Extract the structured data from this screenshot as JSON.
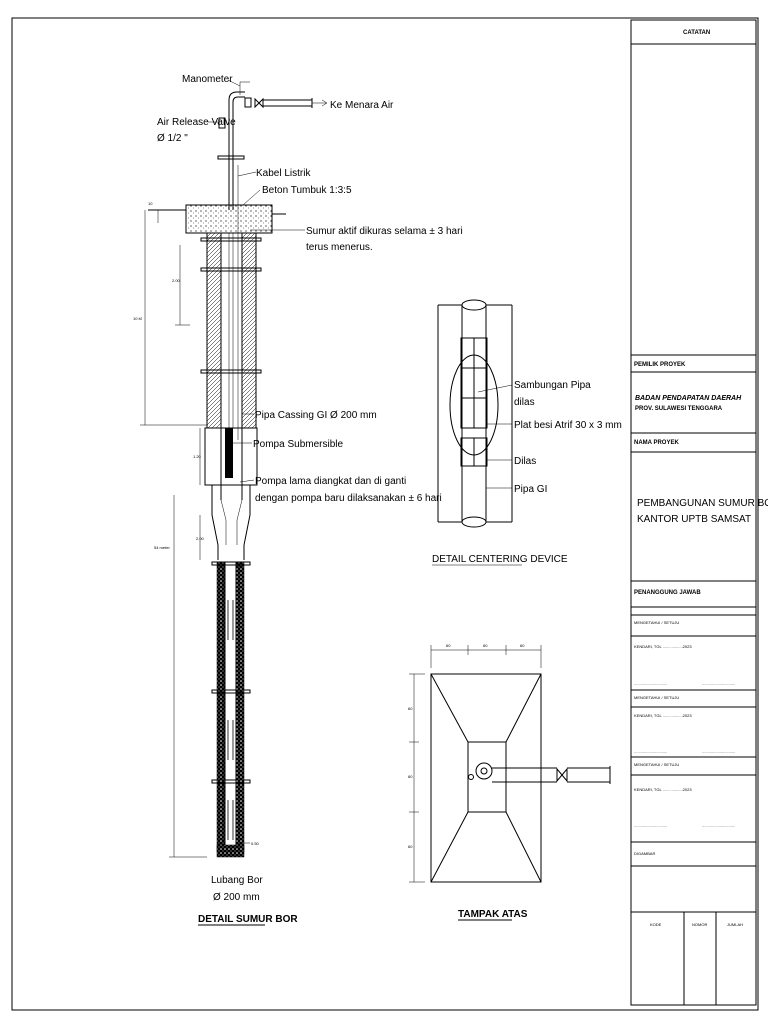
{
  "sumur": {
    "manometer": "Manometer",
    "ke_menara": "Ke Menara Air",
    "air_release": "Air Release Valve",
    "air_release_size": "Ø 1/2 \"",
    "kabel": "Kabel Listrik",
    "beton": "Beton Tumbuk 1:3:5",
    "sumur_aktif_1": "Sumur aktif dikuras selama ± 3 hari",
    "sumur_aktif_2": "terus menerus.",
    "casing": "Pipa Cassing GI Ø 200 mm",
    "pompa_sub": "Pompa Submersible",
    "pompa_lama_1": "Pompa lama diangkat dan di ganti",
    "pompa_lama_2": "dengan pompa baru dilaksanakan ± 6 hari",
    "lubang_1": "Lubang Bor",
    "lubang_2": "Ø 200 mm",
    "title": "DETAIL SUMUR BOR",
    "dim_top": "10",
    "dim_2": "2.00",
    "dim_total": "10 M",
    "dim_pump": "1.20",
    "dim_red": "2.00",
    "dim_deep": "54 meter",
    "tip_label": "0.50"
  },
  "centering": {
    "sambungan_1": "Sambungan Pipa",
    "sambungan_2": "dilas",
    "plat": "Plat besi Atrif 30 x 3 mm",
    "dilas": "Dilas",
    "pipa_gi": "Pipa GI",
    "title": "DETAIL CENTERING DEVICE"
  },
  "tampak": {
    "title": "TAMPAK ATAS",
    "dims_top": [
      "60",
      "60",
      "60"
    ],
    "dims_left": [
      "60",
      "60",
      "60"
    ]
  },
  "titleblock": {
    "catatan": "CATATAN",
    "pemilik_label": "PEMILIK PROYEK",
    "pemilik_1": "BADAN PENDAPATAN DAERAH",
    "pemilik_2": "PROV. SULAWESI TENGGARA",
    "nama_label": "NAMA PROYEK",
    "nama_1": "PEMBANGUNAN SUMUR BOR",
    "nama_2": "KANTOR UPTB SAMSAT",
    "penanggung": "PENANGGUNG JAWAB",
    "signers": [
      {
        "title": "MENGETAHUI / SETUJU",
        "date": "KENDARI, TGL ..................2023",
        "line_a": "..............................",
        "line_b": ".............................."
      },
      {
        "title": "MENGETAHUI / SETUJU",
        "date": "KENDARI, TGL ..................2023",
        "line_a": "..............................",
        "line_b": ".............................."
      },
      {
        "title": "MENGETAHUI / SETUJU",
        "date": "KENDARI, TGL ..................2023",
        "line_a": "..............................",
        "line_b": ".............................."
      }
    ],
    "digambar": "DIGAMBAR",
    "kode": "KODE",
    "nomor": "NOMOR",
    "jumlah": "JUMLAH"
  }
}
